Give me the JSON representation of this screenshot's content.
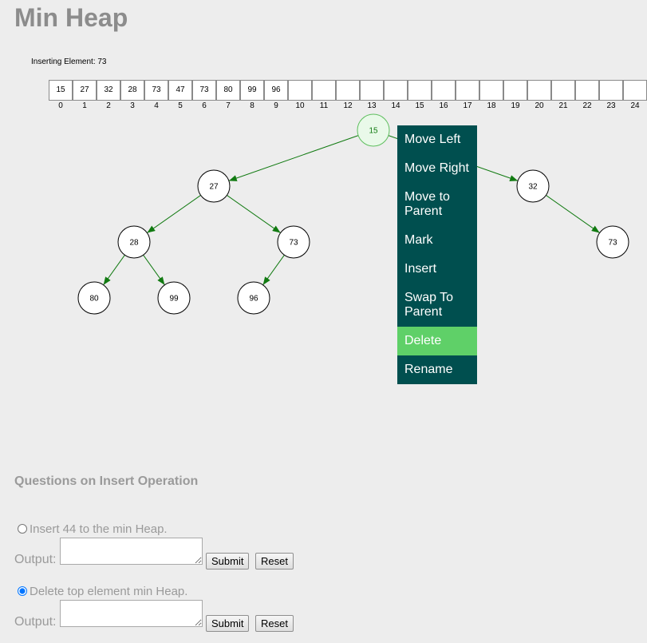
{
  "page_title": "Min Heap",
  "status_text": "Inserting Element: 73",
  "array": {
    "values": [
      "15",
      "27",
      "32",
      "28",
      "73",
      "47",
      "73",
      "80",
      "99",
      "96",
      "",
      "",
      "",
      "",
      "",
      "",
      "",
      "",
      "",
      "",
      "",
      "",
      "",
      "",
      "",
      ""
    ],
    "indices": [
      "0",
      "1",
      "2",
      "3",
      "4",
      "5",
      "6",
      "7",
      "8",
      "9",
      "10",
      "11",
      "12",
      "13",
      "14",
      "15",
      "16",
      "17",
      "18",
      "19",
      "20",
      "21",
      "22",
      "23",
      "24",
      ""
    ]
  },
  "tree": {
    "nodes": [
      {
        "label": "15",
        "highlighted": true
      },
      {
        "label": "27"
      },
      {
        "label": "32"
      },
      {
        "label": "28"
      },
      {
        "label": "73"
      },
      {
        "label": "73"
      },
      {
        "label": "80"
      },
      {
        "label": "99"
      },
      {
        "label": "96"
      }
    ]
  },
  "context_menu": {
    "items": [
      "Move Left",
      "Move Right",
      "Move to Parent",
      "Mark",
      "Insert",
      "Swap To Parent",
      "Delete",
      "Rename"
    ],
    "active_item": "Delete"
  },
  "questions": {
    "title": "Questions on Insert Operation",
    "q1": {
      "text": "Insert 44 to the min Heap.",
      "checked": false,
      "output_label": "Output:",
      "output_value": "",
      "submit": "Submit",
      "reset": "Reset"
    },
    "q2": {
      "text": "Delete top element min Heap.",
      "checked": true,
      "output_label": "Output:",
      "output_value": "",
      "submit": "Submit",
      "reset": "Reset"
    }
  },
  "colors": {
    "edge": "#117a11",
    "highlight_fill": "#e9f9e9",
    "highlight_stroke": "#5fbf5f",
    "menu_bg": "#004f4f",
    "menu_active": "#5fd068",
    "muted_text": "#9a9a9a"
  }
}
